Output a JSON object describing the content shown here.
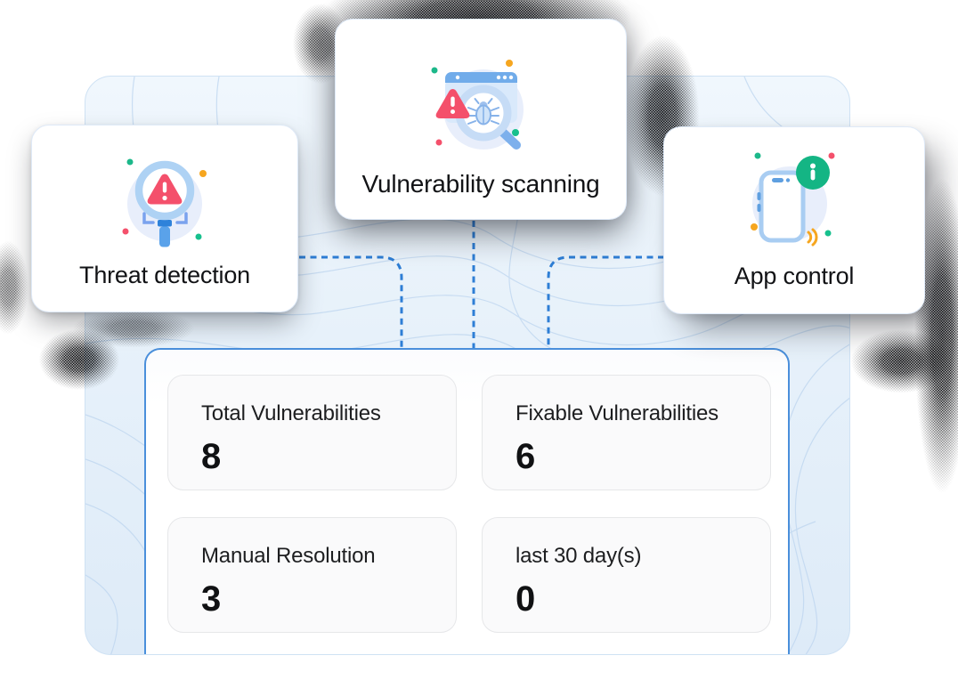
{
  "feature_cards": [
    {
      "label": "Threat detection",
      "icon": "threat-detection-magnifier-alert-icon"
    },
    {
      "label": "Vulnerability scanning",
      "icon": "vulnerability-scanning-browser-bug-icon"
    },
    {
      "label": "App control",
      "icon": "app-control-phone-info-icon"
    }
  ],
  "stats_panel": {
    "items": [
      {
        "label": "Total Vulnerabilities",
        "value": "8"
      },
      {
        "label": "Fixable Vulnerabilities",
        "value": "6"
      },
      {
        "label": "Manual Resolution",
        "value": "3"
      },
      {
        "label": "last 30 day(s)",
        "value": "0"
      }
    ]
  },
  "colors": {
    "connector_blue": "#2e7ed5",
    "panel_border_blue": "#4a8fdb",
    "backdrop_blue": "#e7f1fa",
    "contour_line_blue": "#bdd5ef",
    "accent_green": "#16b88a",
    "accent_orange": "#f6a61f",
    "accent_red": "#f4506b",
    "icon_blue": "#5e9fe0",
    "icon_light_blue": "#aed2f4",
    "text_dark": "#121316"
  }
}
